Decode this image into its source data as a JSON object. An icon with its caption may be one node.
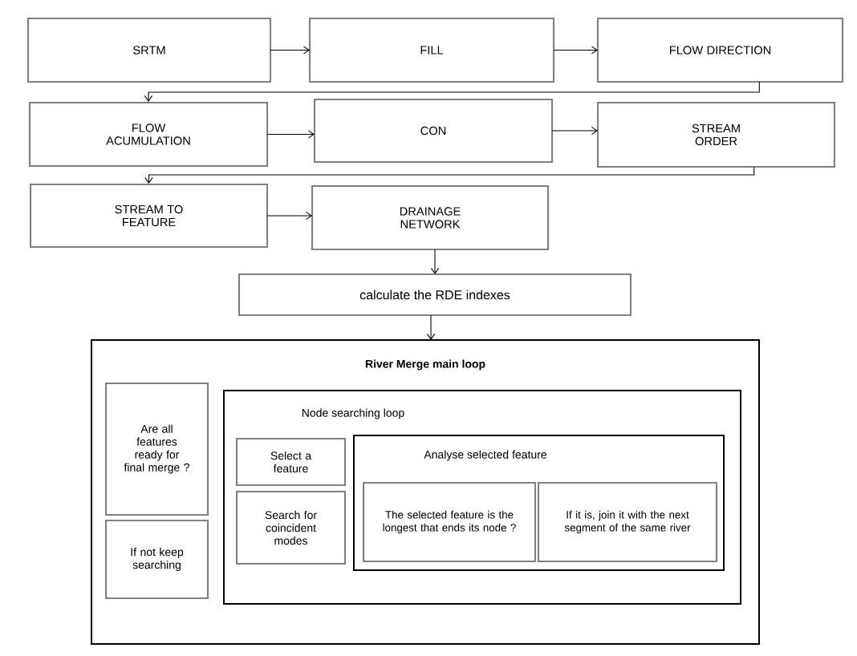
{
  "diagram": {
    "nodes": [
      {
        "text": [
          "SRTM"
        ]
      },
      {
        "text": [
          "FILL"
        ]
      },
      {
        "text": [
          "FLOW DIRECTION"
        ]
      },
      {
        "text": [
          "FLOW ACUMULATION"
        ]
      },
      {
        "text": [
          "CON"
        ]
      },
      {
        "text": [
          "STREAM ORDER"
        ]
      },
      {
        "text": [
          "STREAM TO FEATURE"
        ]
      },
      {
        "text": [
          "DRAINAGE NETWORK"
        ]
      },
      {
        "text": [
          "calculate the RDE indexes"
        ]
      },
      {
        "text": [
          "River Merge main loop"
        ]
      },
      {
        "text": [
          "Are all features ready for final merge ?"
        ],
        "in": 9
      },
      {
        "text": [
          "If not keep searching"
        ],
        "in": 9
      },
      {
        "text": [
          "Node searching loop"
        ],
        "in": 9
      },
      {
        "text": [
          "Select a feature"
        ],
        "in": 12
      },
      {
        "text": [
          "Search for coincident modes"
        ],
        "in": 12
      },
      {
        "text": [
          "Analyse selected feature"
        ],
        "in": 12
      },
      {
        "text": [
          "The selected feature is the longest that ends its node ?"
        ],
        "in": 15
      },
      {
        "text": [
          "If it is, join it with the next segment of the same river"
        ],
        "in": 15
      }
    ],
    "edges": [
      {
        "from": 0,
        "to": 1,
        "arrow": "to"
      },
      {
        "from": 1,
        "to": 2,
        "arrow": "to"
      },
      {
        "from": 2,
        "to": 3,
        "arrow": "to"
      },
      {
        "from": 3,
        "to": 4,
        "arrow": "to"
      },
      {
        "from": 4,
        "to": 5,
        "arrow": "to"
      },
      {
        "from": 5,
        "to": 6,
        "arrow": "to"
      },
      {
        "from": 6,
        "to": 7,
        "arrow": "to"
      },
      {
        "from": 7,
        "to": 8,
        "arrow": "to"
      },
      {
        "from": 8,
        "to": 9,
        "arrow": "to"
      }
    ]
  }
}
